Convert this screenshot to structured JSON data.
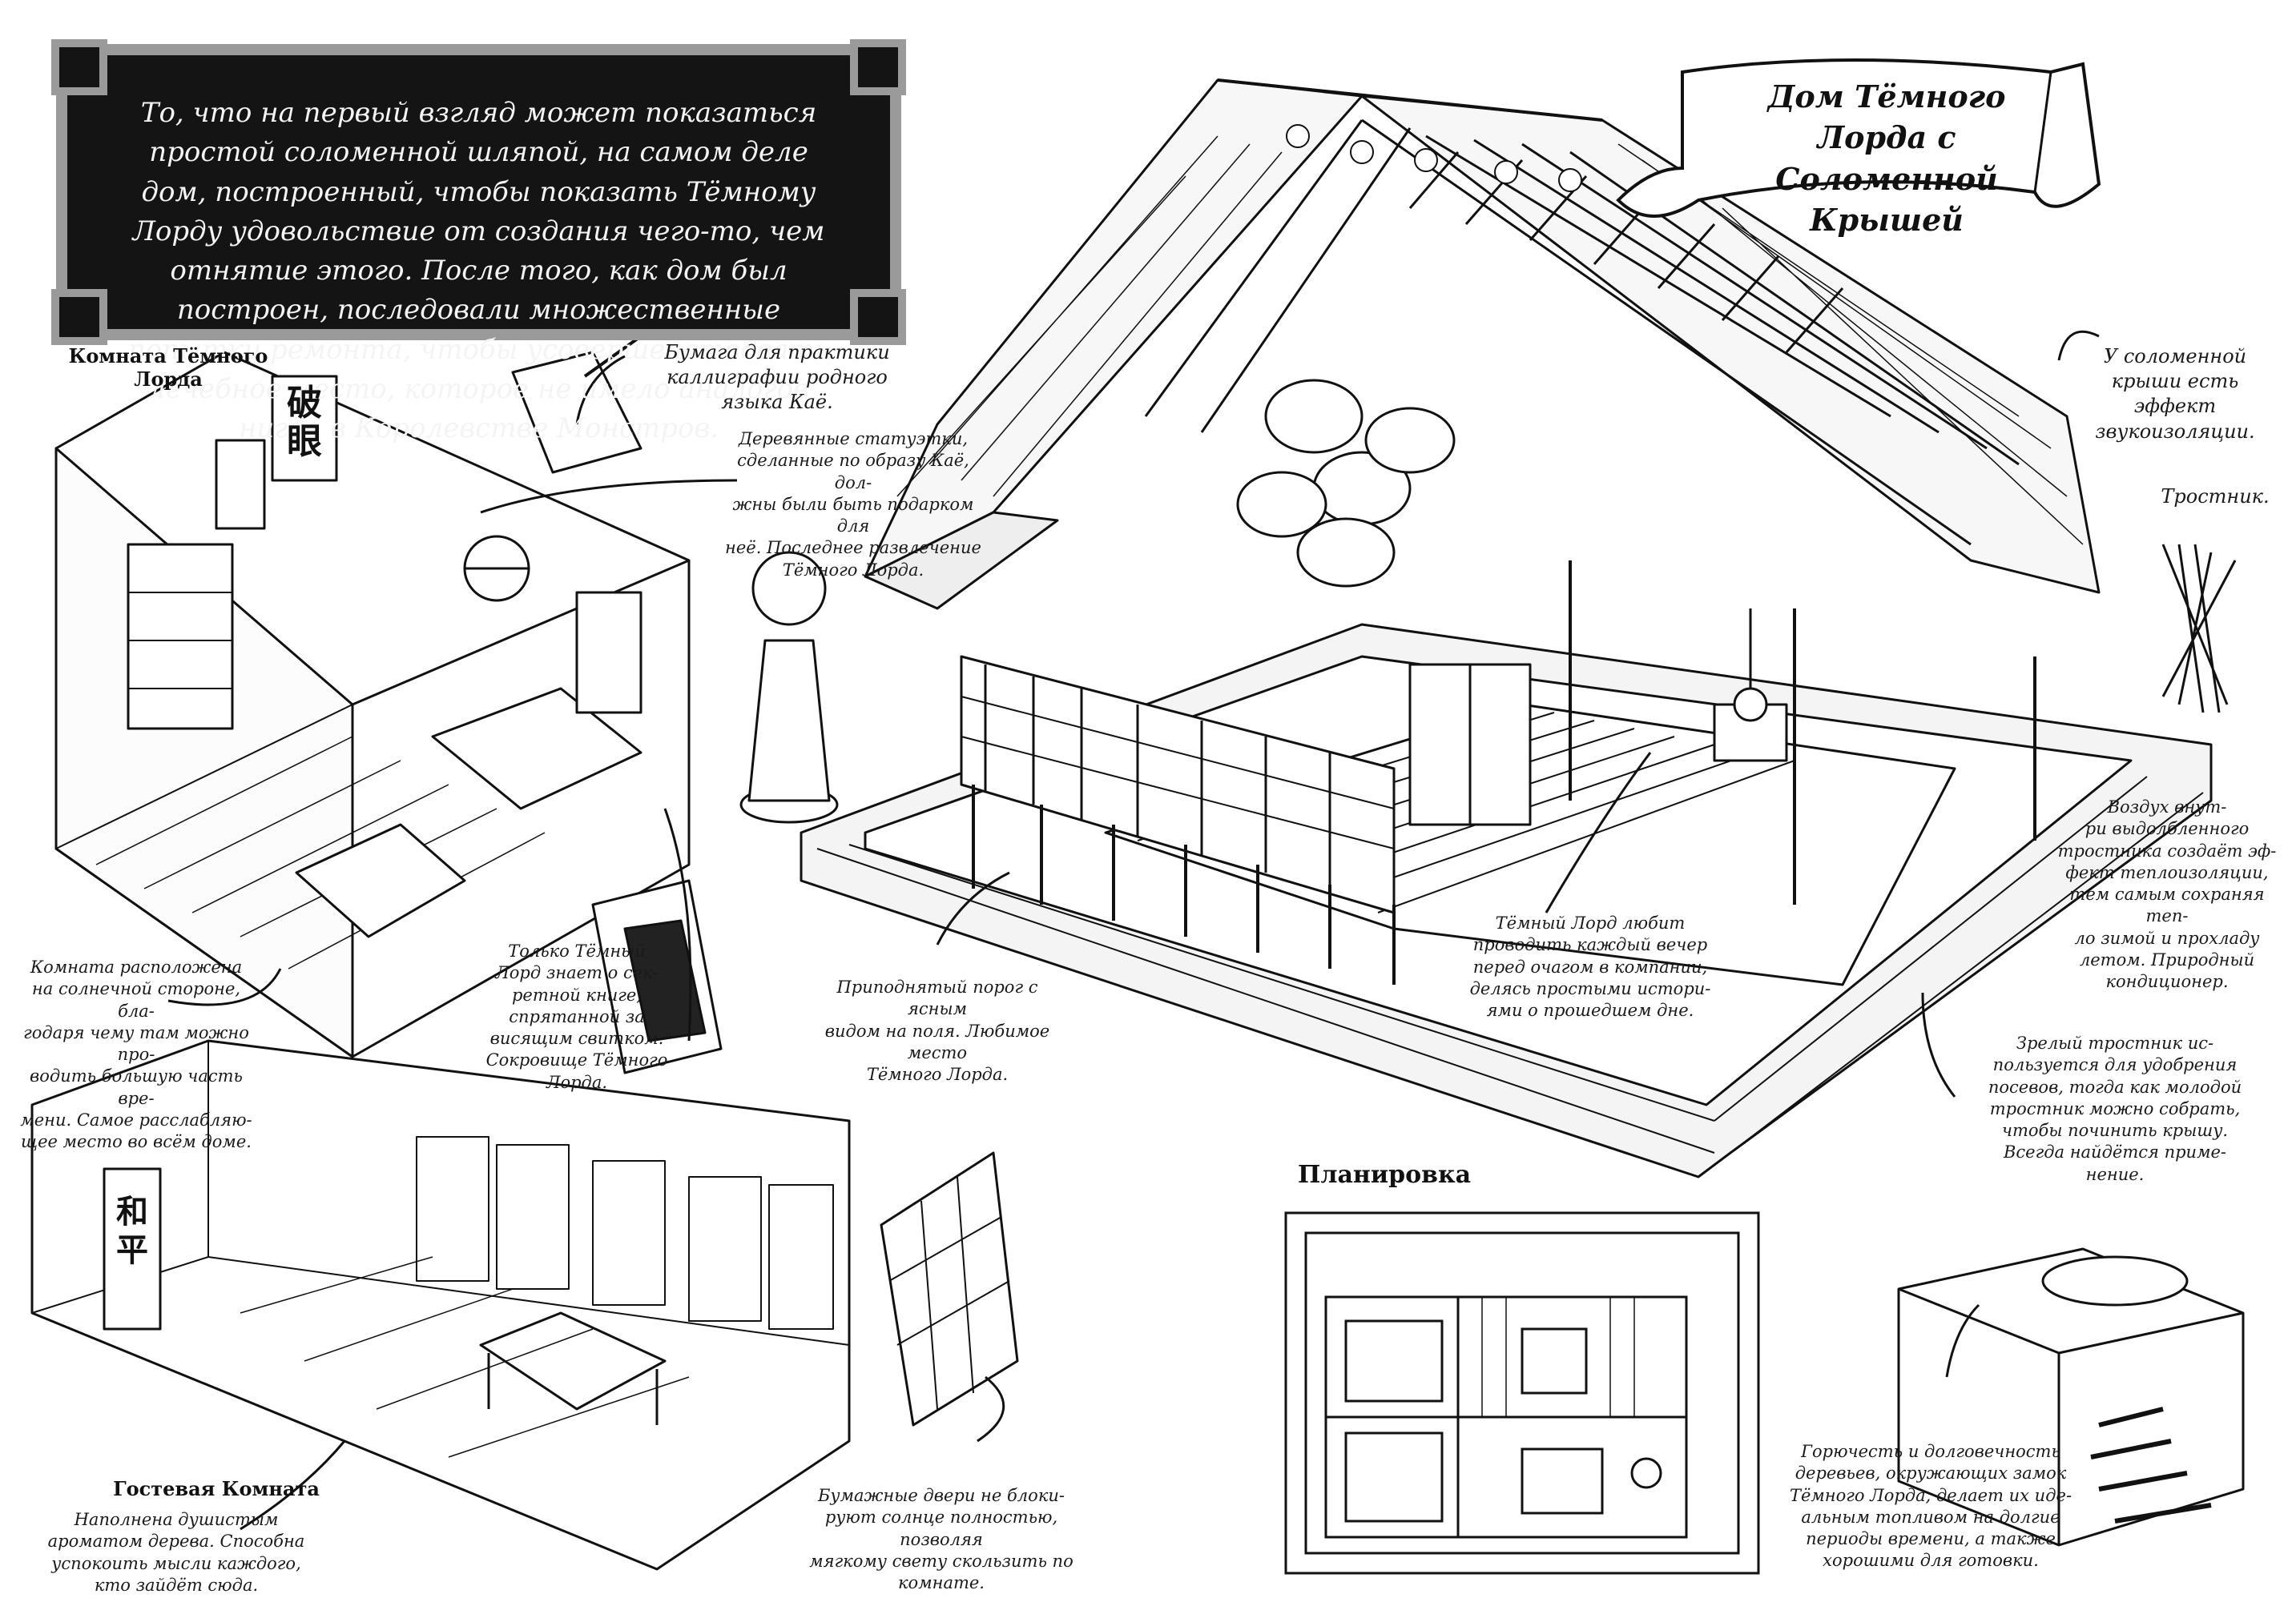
{
  "intro": {
    "text": "То, что на первый взгляд может показаться простой соломенной шляпой, на самом деле дом, построенный, чтобы показать Тёмному Лорду удовольствие от создания чего-то, чем отнятие этого. После того, как дом был построен, последовали множественные попытки ремонта, чтобы усовершенствовать лечебное место, которое не имело аналогов нигде в Королевстве Монстров."
  },
  "title": {
    "text": "Дом Тёмного Лорда с Соломенной Крышей"
  },
  "section_heads": {
    "lord_room": "Комната Тёмного\nЛорда",
    "guest_room": "Гостевая Комната",
    "floor_plan": "Планировка"
  },
  "annotations": {
    "calligraphy_paper": "Бумага для практики\nкаллиграфии родного\nязыка Каё.",
    "statuettes": "Деревянные статуэтки,\nсделанные по образу Каё, дол-\nжны были быть подарком для\nнеё. Последнее развлечение\nТёмного Лорда.",
    "room_sunny": "Комната расположена\nна солнечной стороне, бла-\nгодаря чему там можно про-\nводить большую часть вре-\nмени. Самое расслабляю-\nщее место во всём доме.",
    "secret_book": "Только Тёмный\nЛорд знает о сек-\nретной книге,\nспрятанной за\nвисящим свитком.\nСокровище Тёмного Лорда.",
    "raised_porch": "Приподнятый порог с ясным\nвидом на поля. Любимое место\nТёмного Лорда.",
    "hearth": "Тёмный Лорд любит\nпроводить каждый вечер\nперед очагом в компании,\nделясь простыми истори-\nями о прошедшем дне.",
    "thatch_sound": "У соломенной\nкрыши есть эффект\nзвукоизоляции.",
    "reed": "Тростник.",
    "reed_air": "Воздух внут-\nри выдолбленного\nтростника создаёт эф-\nфект теплоизоляции,\nтем самым сохраняя теп-\nло зимой и прохладу\nлетом. Природный\nкондиционер.",
    "mature_reed": "Зрелый тростник ис-\nпользуется для удобрения\nпосевов, тогда как молодой\nтростник можно собрать,\nчтобы починить крышу.\nВсегда найдётся приме-\nнение.",
    "guest_room_desc": "Наполнена душистым\nароматом дерева. Способна\nуспокоить мысли каждого,\nкто зайдёт сюда.",
    "paper_doors": "Бумажные двери не блоки-\nруют солнце полностью, позволяя\nмягкому свету скользить по\nкомнате.",
    "firewood": "Горючесть и долговечность\nдеревьев, окружающих замок\nТёмного Лорда, делает их иде-\nальным топливом на долгие\nпериоды времени, а также\nхорошими для готовки."
  },
  "kanji": {
    "scroll_lord": "破眼",
    "scroll_guest": "和平"
  },
  "colors": {
    "ink": "#111111",
    "banner_bg": "#141414",
    "banner_frame": "#9a9a9a",
    "paper": "#ffffff"
  }
}
